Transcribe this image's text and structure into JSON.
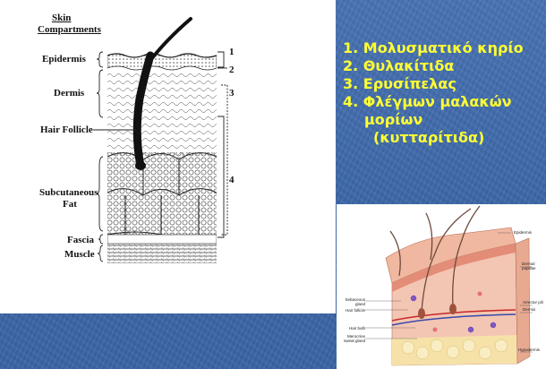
{
  "diagram": {
    "title_line1": "Skin",
    "title_line2": "Compartments",
    "labels": {
      "epidermis": "Epidermis",
      "dermis": "Dermis",
      "hair_follicle": "Hair Follicle",
      "subcutaneous": "Subcutaneous",
      "fat": "Fat",
      "fascia": "Fascia",
      "muscle": "Muscle"
    },
    "numbers": [
      "1",
      "2",
      "3",
      "4"
    ]
  },
  "list": {
    "item1": "1. Μολυσματικό κηρίο",
    "item2": "2. Θυλακίτιδα",
    "item3": "3. Ερυσίπελας",
    "item4_line1": "4. Φλέγμων μαλακών",
    "item4_line2": "μορίων",
    "item4_line3": "(κυτταρίτιδα)"
  },
  "illustration": {
    "labels": {
      "epidermis": "Epidermis",
      "dermal_papillae": "Dermal papillae",
      "arrector": "Arrector pili",
      "dermis": "Dermis",
      "sebaceous": "Sebaceous gland",
      "hair_follicle": "Hair follicle",
      "hair_bulb": "Hair bulb",
      "merocrine": "Merocrine sweat gland",
      "hypodermis": "Hypodermis"
    }
  },
  "colors": {
    "background": "#3f69ab",
    "list_text": "#ffff33"
  }
}
